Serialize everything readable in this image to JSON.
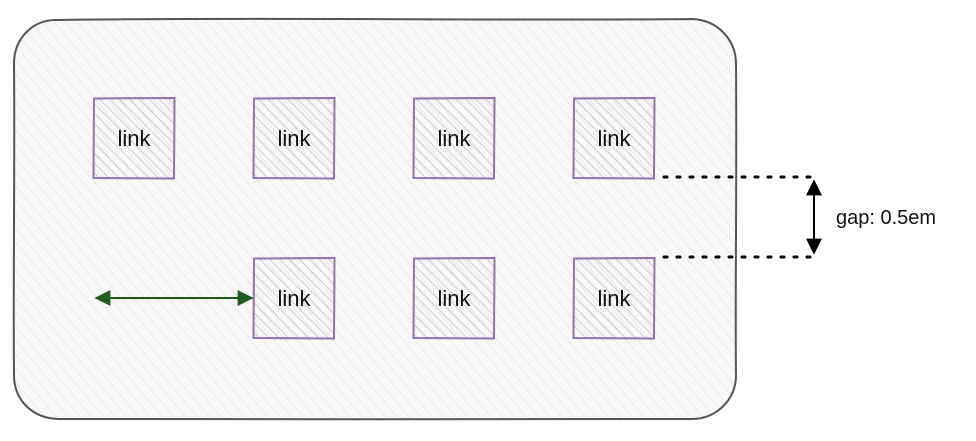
{
  "links": [
    {
      "label": "link"
    },
    {
      "label": "link"
    },
    {
      "label": "link"
    },
    {
      "label": "link"
    },
    {
      "label": "link"
    },
    {
      "label": "link"
    },
    {
      "label": "link"
    }
  ],
  "gap_annotation": {
    "label": "gap: 0.5em"
  },
  "colors": {
    "container_stroke": "#555555",
    "container_hatch": "#d9d9d9",
    "link_stroke": "#9673a6",
    "link_hatch": "#b9a3c6",
    "horizontal_arrow": "#1e5c1e",
    "gap_arrow": "#000000"
  }
}
